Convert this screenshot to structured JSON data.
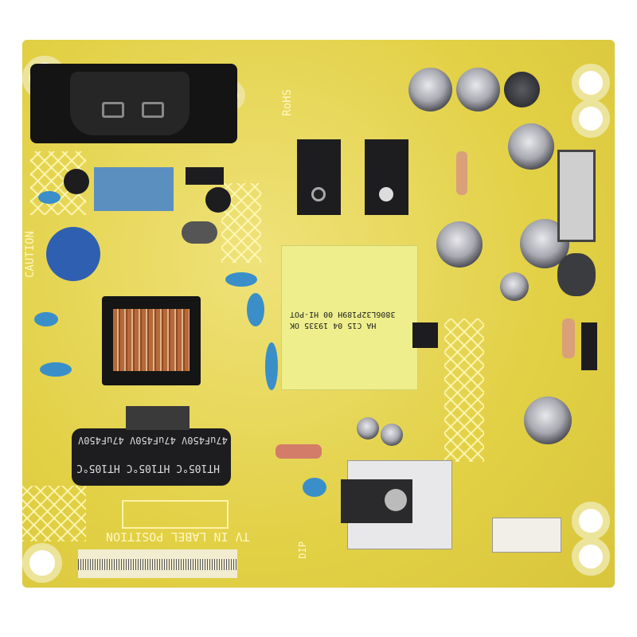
{
  "board": {
    "rohs": "RoHS",
    "caution": "CAUTION",
    "label_position": "TV IN LABEL POSITION",
    "dip": "DIP",
    "transformer_text": [
      "3806L32P189H 00 HI-POT",
      "HA C15 04 19335 OK"
    ],
    "bulk_cap_rating": "47uF450V 47uF450V 47uF450V",
    "bulk_cap_temp": "HT105°C HT105°C HT105°C",
    "colors": {
      "pcb": "#e6d64a",
      "transformer": "#f0f08a",
      "capacitor_blue": "#3a8fc9",
      "silk": "#fff8c0"
    }
  }
}
